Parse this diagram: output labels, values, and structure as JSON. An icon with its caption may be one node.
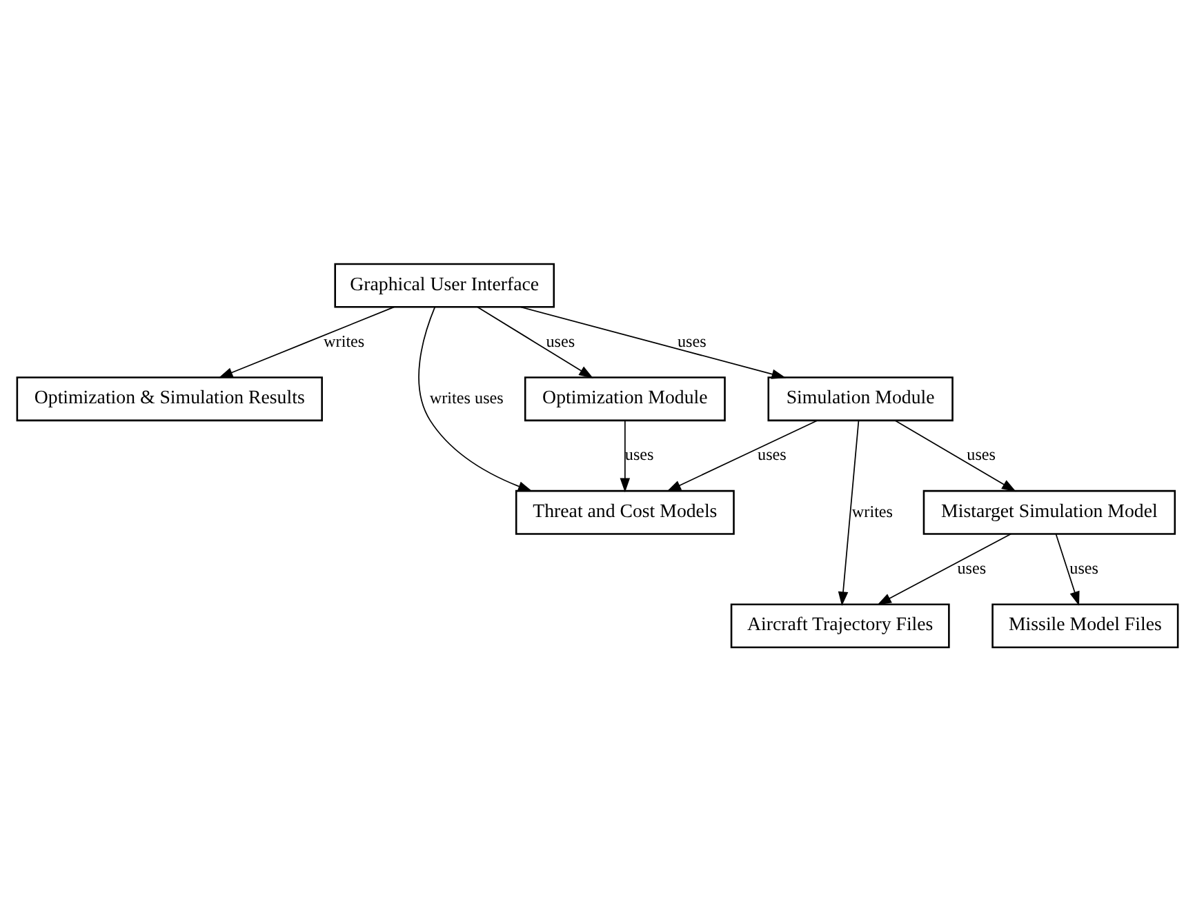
{
  "diagram": {
    "nodes": [
      {
        "text": [
          "Graphical User Interface"
        ]
      },
      {
        "text": [
          "Optimization & Simulation Results"
        ]
      },
      {
        "text": [
          "Threat and Cost Models"
        ]
      },
      {
        "text": [
          "Optimization Module"
        ]
      },
      {
        "text": [
          "Simulation Module"
        ]
      },
      {
        "text": [
          "Mistarget Simulation Model"
        ]
      },
      {
        "text": [
          "Aircraft Trajectory Files"
        ]
      },
      {
        "text": [
          "Missile Model Files"
        ]
      }
    ],
    "edges": [
      {
        "from": 0,
        "to": 1,
        "arrow": "to",
        "label": "writes"
      },
      {
        "from": 0,
        "to": 2,
        "arrow": "to",
        "label": "writes uses"
      },
      {
        "from": 0,
        "to": 3,
        "arrow": "to",
        "label": "uses"
      },
      {
        "from": 0,
        "to": 4,
        "arrow": "to",
        "label": "uses"
      },
      {
        "from": 3,
        "to": 2,
        "arrow": "to",
        "label": "uses"
      },
      {
        "from": 4,
        "to": 2,
        "arrow": "to",
        "label": "uses"
      },
      {
        "from": 4,
        "to": 5,
        "arrow": "to",
        "label": "uses"
      },
      {
        "from": 4,
        "to": 6,
        "arrow": "to",
        "label": "writes"
      },
      {
        "from": 5,
        "to": 6,
        "arrow": "to",
        "label": "uses"
      },
      {
        "from": 5,
        "to": 7,
        "arrow": "to",
        "label": "uses"
      }
    ]
  }
}
